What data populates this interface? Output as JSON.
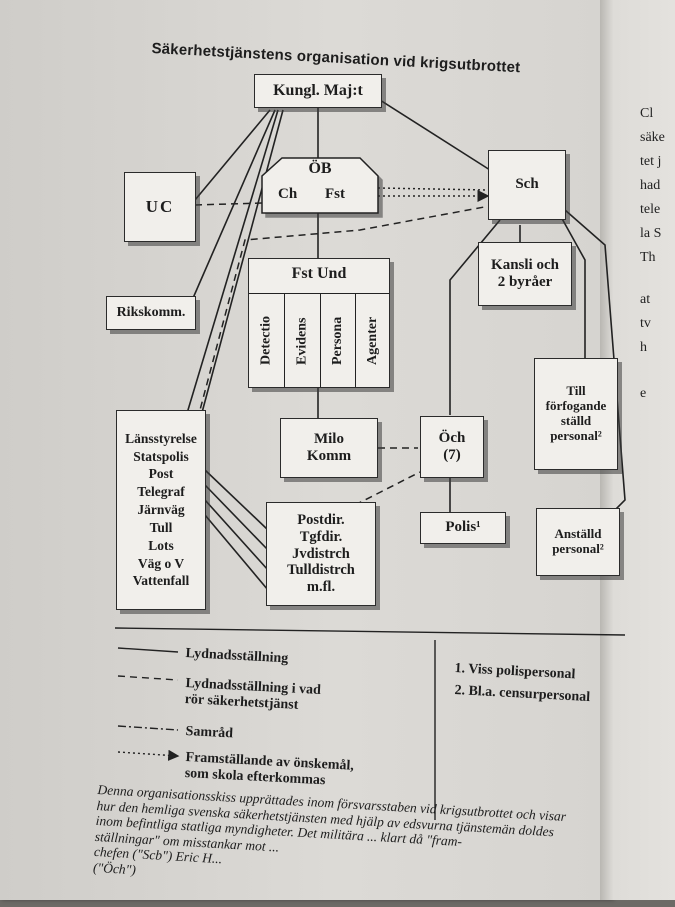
{
  "title": "Säkerhetstjänstens organisation vid krigsutbrottet",
  "boxes": {
    "kungl_maj": "Kungl. Maj:t",
    "ob": "ÖB",
    "ob_ch": "Ch",
    "ob_fst": "Fst",
    "sch": "Sch",
    "uc": "UC",
    "kansli": "Kansli och\n2 byråer",
    "rikskomm": "Rikskomm.",
    "fst_und": "Fst Und",
    "fst_und_cols": [
      "Detectio",
      "Evidens",
      "Persona",
      "Agenter"
    ],
    "till_forfogande": "Till\nförfogande\nställd\npersonal²",
    "lansstyrelse": "Länsstyrelse\nStatspolis\nPost\nTelegraf\nJärnväg\nTull\nLots\nVäg o V\nVattenfall",
    "milo": "Milo\nKomm",
    "och": "Öch\n(7)",
    "postdir": "Postdir.\nTgfdir.\nJvdistrch\nTulldistrch\nm.fl.",
    "polis": "Polis¹",
    "anstalld": "Anställd\npersonal²"
  },
  "legend": [
    {
      "style": "solid",
      "label": "Lydnadsställning"
    },
    {
      "style": "dashed",
      "label": "Lydnadsställning i vad\nrör säkerhetstjänst"
    },
    {
      "style": "dashdot",
      "label": "Samråd"
    },
    {
      "style": "dotted-arrow",
      "label": "Framställande av önskemål,\nsom skola efterkommas"
    }
  ],
  "notes": [
    "1. Viss polispersonal",
    "2. Bl.a. censurpersonal"
  ],
  "caption_lines": [
    "Denna organisationsskiss upprättades inom försvarsstaben vid krigsutbrottet och visar",
    "hur den hemliga svenska säkerhetstjänsten med hjälp av edsvurna tjänstemän doldes",
    "inom befintliga statliga myndigheter. Det militära ... klart då \"fram-",
    "ställningar\" om misstankar mot ...",
    "chefen (\"Scb\") Eric H...",
    "(\"Öch\")"
  ],
  "side_text": [
    "Cl",
    "säke",
    "tet j",
    "had",
    "tele",
    "la S",
    "Th",
    "at",
    "tv",
    "h",
    "e"
  ]
}
